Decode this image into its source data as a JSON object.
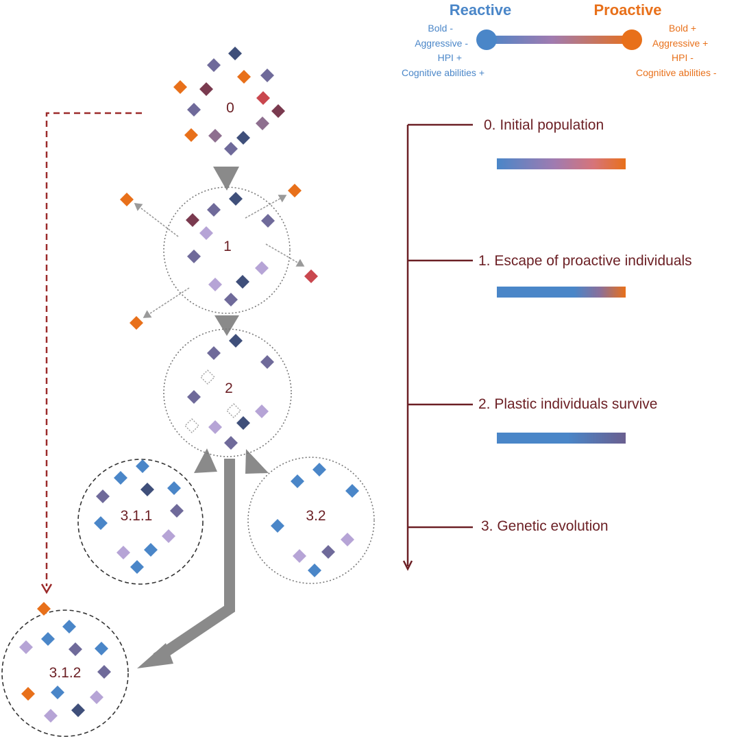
{
  "legend": {
    "reactive_title": "Reactive",
    "proactive_title": "Proactive",
    "reactive_traits": [
      "Bold -",
      "Aggressive -",
      "HPI +",
      "Cognitive abilities +"
    ],
    "proactive_traits": [
      "Bold +",
      "Aggressive +",
      "HPI -",
      "Cognitive abilities -"
    ]
  },
  "colors": {
    "reactive": "#4a86c8",
    "proactive": "#e8701a",
    "text_dark": "#6b1f24",
    "arrow_grey": "#8a8a8a",
    "dashed_arrow": "#9b2a2a",
    "mid_purple": "#6f6a9a",
    "dark_navy": "#3f4f7a",
    "light_lilac": "#b6a4d6",
    "red": "#c9474e",
    "maroon": "#7a3a4f",
    "mauve": "#8e6f8f"
  },
  "stages": {
    "s0": "0",
    "s1": "1",
    "s2": "2",
    "s311": "3.1.1",
    "s32": "3.2",
    "s312": "3.1.2"
  },
  "timeline": {
    "items": [
      {
        "label": "0. Initial population",
        "bar": "full"
      },
      {
        "label": "1. Escape of proactive individuals",
        "bar": "mostly_reactive"
      },
      {
        "label": "2. Plastic individuals survive",
        "bar": "reactive_to_purple"
      },
      {
        "label": "3. Genetic evolution",
        "bar": "none"
      }
    ]
  }
}
